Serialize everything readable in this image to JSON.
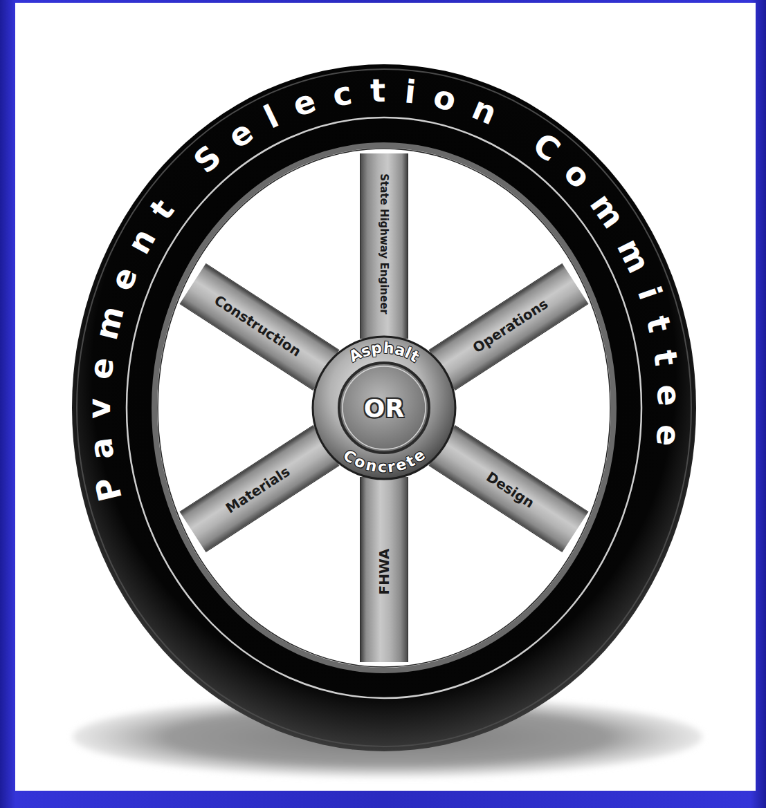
{
  "diagram": {
    "nodes": [
      {
        "text": [
          "Pavement Selection Committee"
        ]
      },
      {
        "text": [
          "State Highway Engineer"
        ],
        "in": 0
      },
      {
        "text": [
          "Construction"
        ],
        "in": 0
      },
      {
        "text": [
          "Operations"
        ],
        "in": 0
      },
      {
        "text": [
          "Materials"
        ],
        "in": 0
      },
      {
        "text": [
          "Design"
        ],
        "in": 0
      },
      {
        "text": [
          "FHWA"
        ],
        "in": 0
      },
      {
        "text": [
          "Asphalt",
          "Concrete"
        ],
        "in": 0
      },
      {
        "text": [
          "OR"
        ],
        "in": 7
      }
    ]
  }
}
